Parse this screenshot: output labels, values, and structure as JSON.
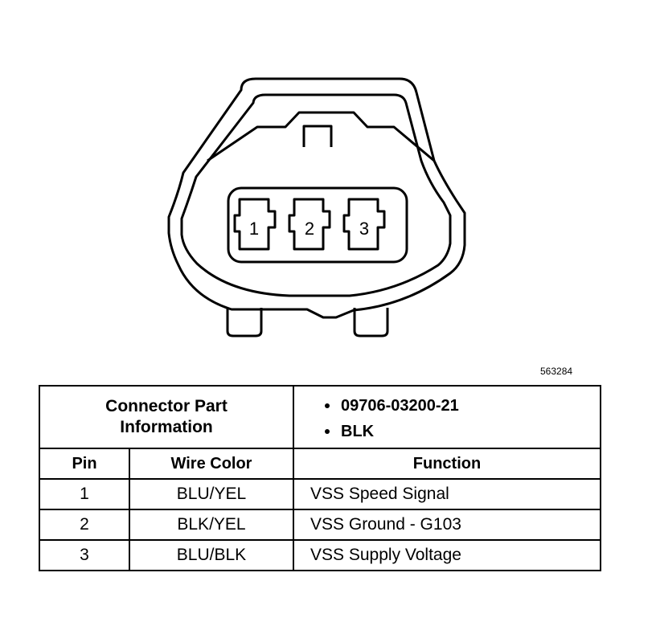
{
  "figure_id": "563284",
  "connector": {
    "pins": [
      "1",
      "2",
      "3"
    ]
  },
  "table": {
    "info_label_line1": "Connector Part",
    "info_label_line2": "Information",
    "part_items": [
      "09706-03200-21",
      "BLK"
    ],
    "headers": {
      "pin": "Pin",
      "wire_color": "Wire Color",
      "function": "Function"
    },
    "rows": [
      {
        "pin": "1",
        "wire_color": "BLU/YEL",
        "function": "VSS Speed Signal"
      },
      {
        "pin": "2",
        "wire_color": "BLK/YEL",
        "function": "VSS Ground - G103"
      },
      {
        "pin": "3",
        "wire_color": "BLU/BLK",
        "function": "VSS Supply Voltage"
      }
    ]
  }
}
